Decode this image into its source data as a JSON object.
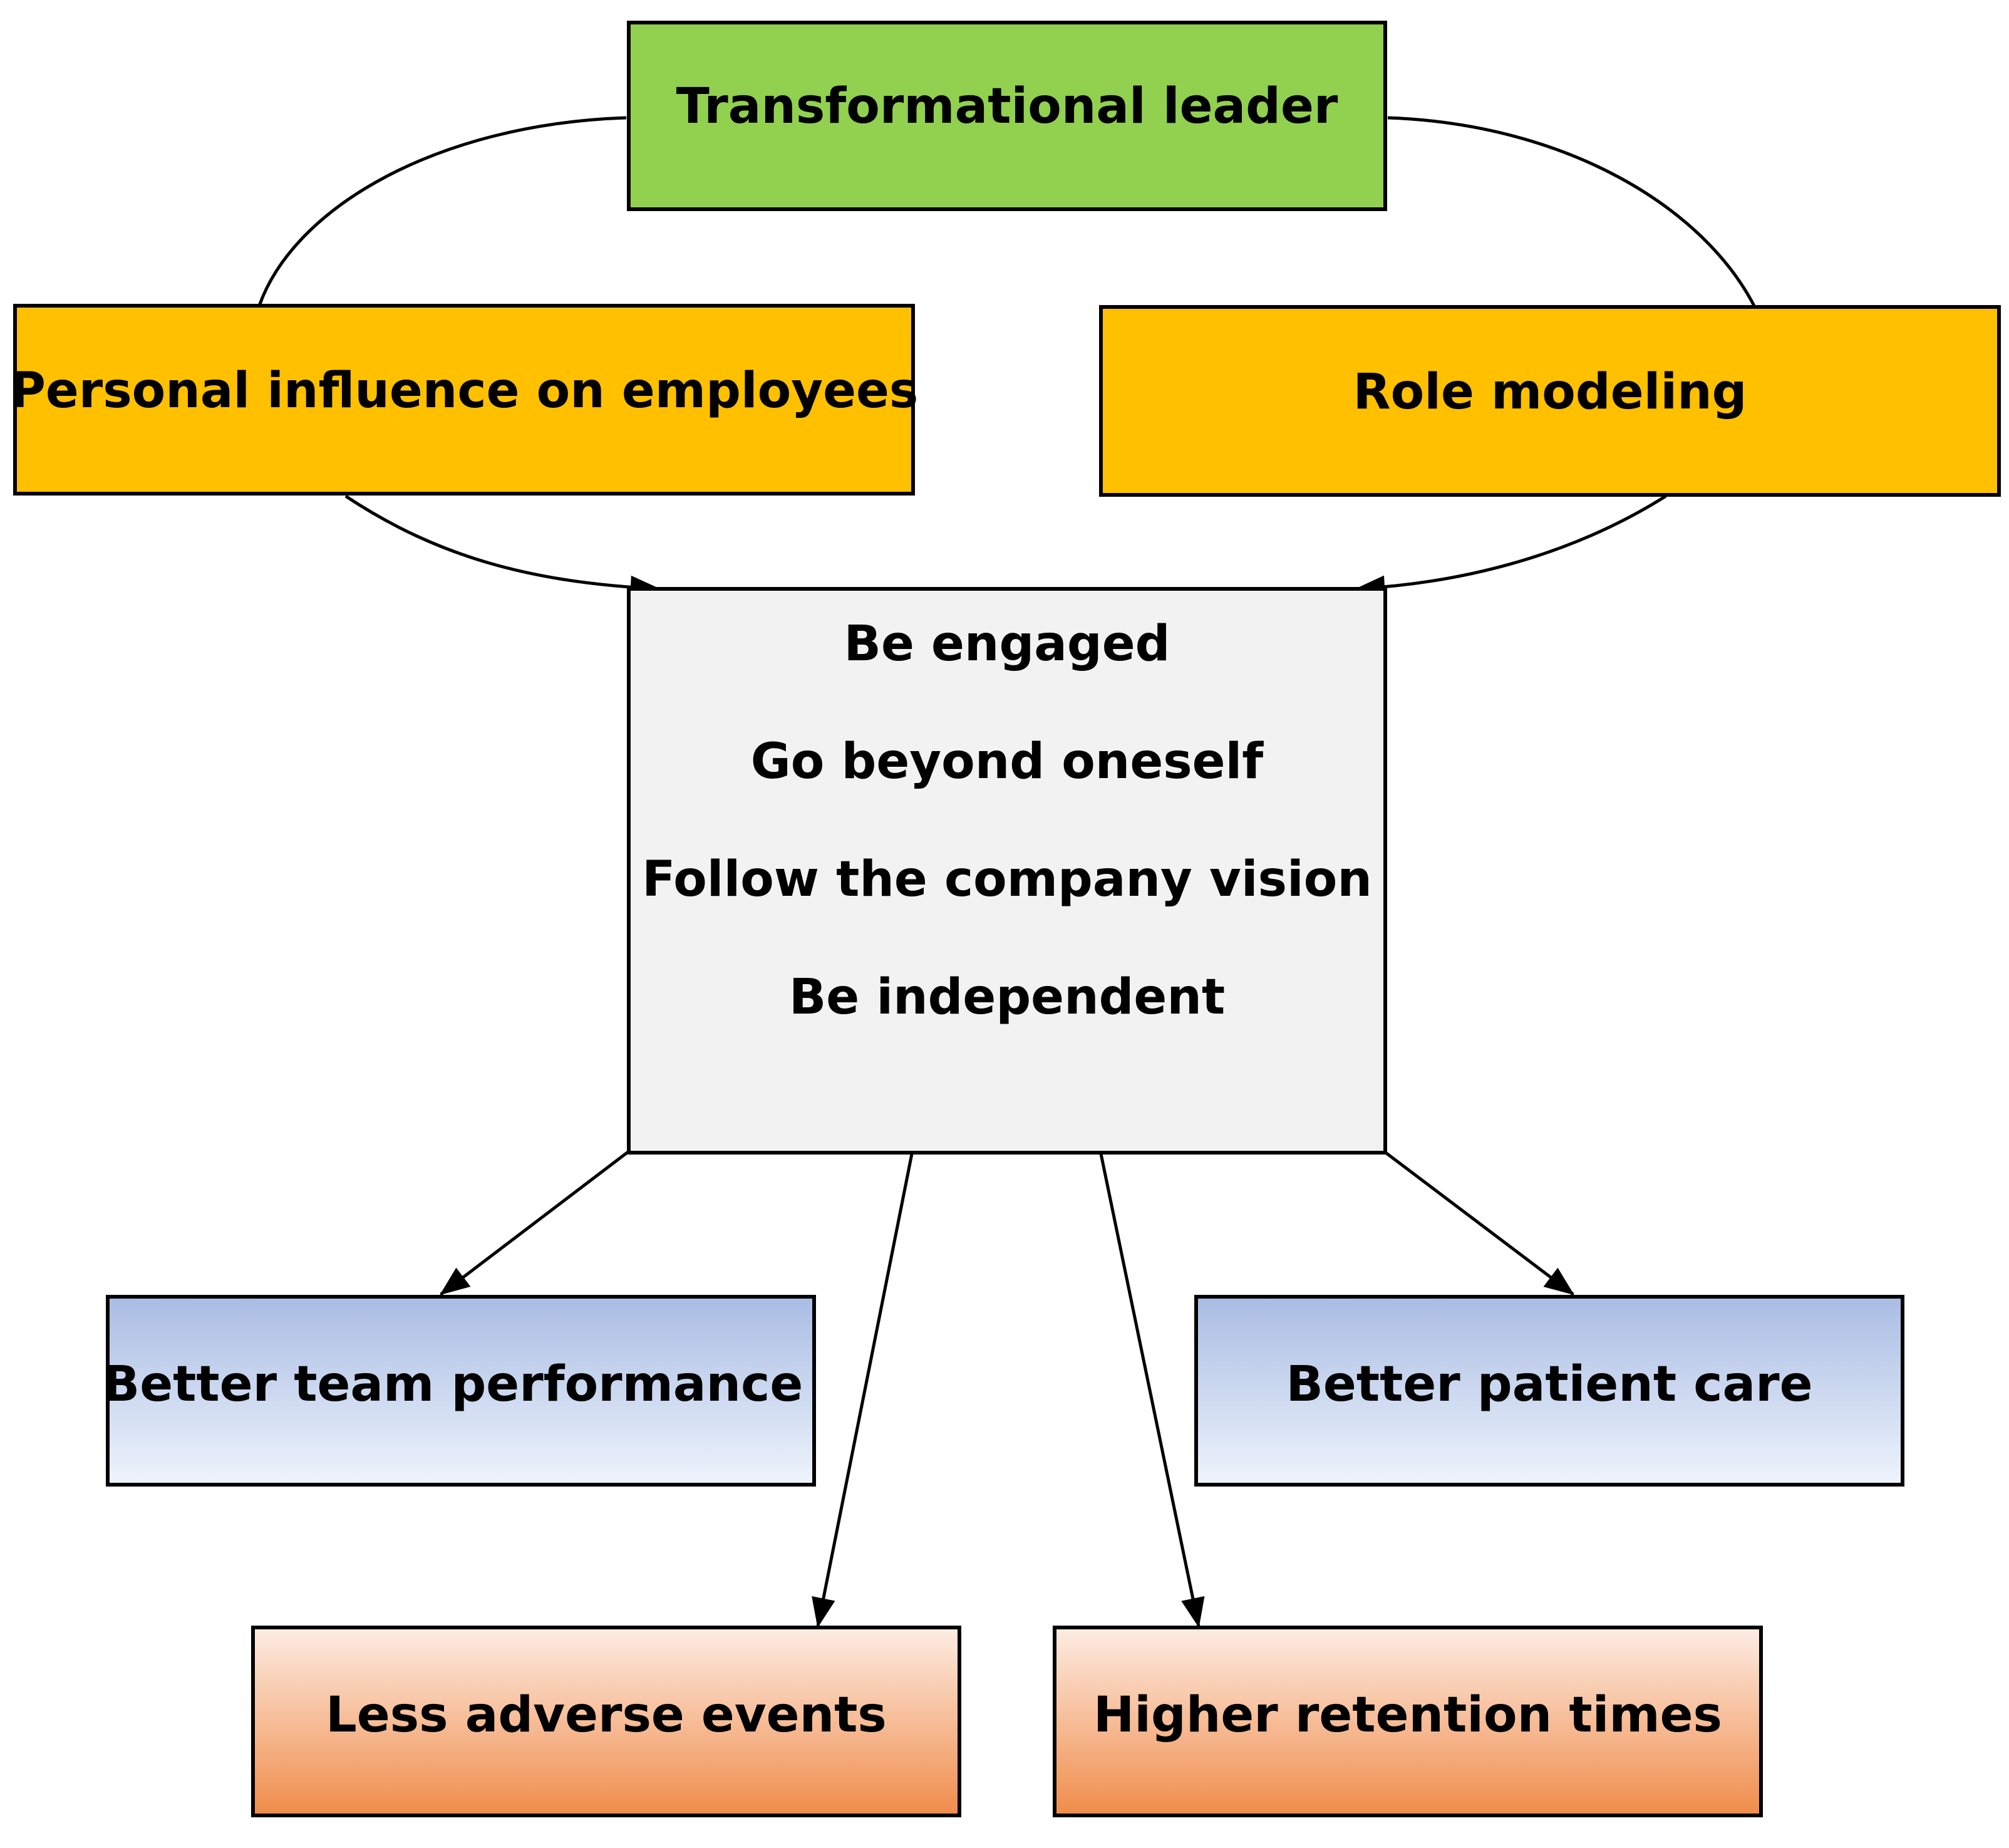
{
  "diagram": {
    "top": {
      "label": "Transformational leader",
      "color": "#92D050"
    },
    "influence": {
      "label": "Personal influence on employees",
      "color": "#FFC000"
    },
    "role": {
      "label": "Role modeling",
      "color": "#FFC000"
    },
    "behaviors": {
      "color": "#F2F2F2",
      "lines": [
        "Be engaged",
        "Go beyond oneself",
        "Follow the company vision",
        "Be independent"
      ]
    },
    "outcomes": {
      "team": {
        "label": "Better team performance"
      },
      "patient": {
        "label": "Better patient care"
      },
      "adverse": {
        "label": "Less adverse events"
      },
      "retention": {
        "label": "Higher retention times"
      },
      "blue_gradient": [
        "#A9BCE3",
        "#EEF4FC"
      ],
      "orange_gradient": [
        "#FDEDE4",
        "#F08C4A"
      ]
    }
  }
}
